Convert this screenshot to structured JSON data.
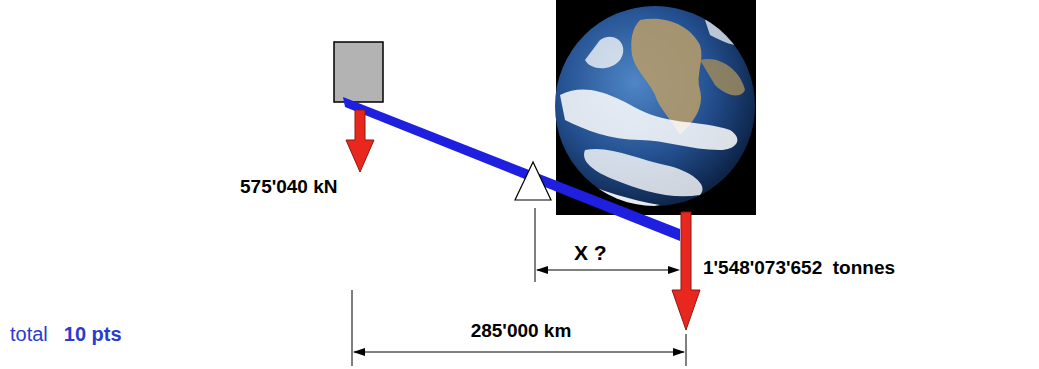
{
  "diagram": {
    "labels": [
      "575'040 kN",
      "X ?",
      "1'548'073'652  tonnes",
      "285'000 km",
      "total",
      "10 pts"
    ]
  }
}
